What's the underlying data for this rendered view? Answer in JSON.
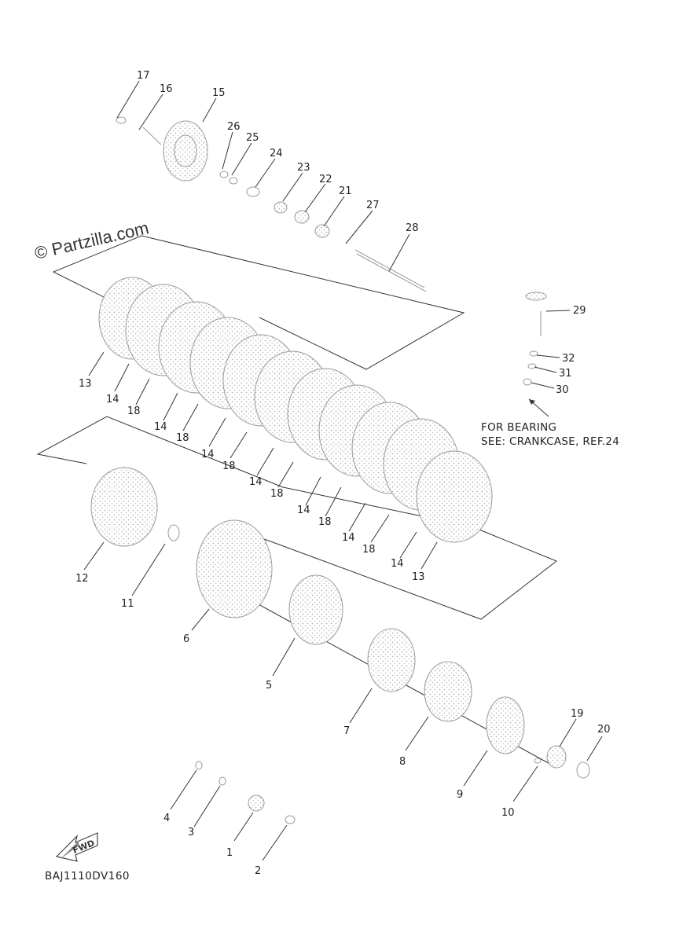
{
  "watermark": "© Partzilla.com",
  "diagram_code": "BAJ1110DV160",
  "fwd_label": "FWD",
  "note": {
    "line1": "FOR BEARING",
    "line2": "SEE: CRANKCASE, REF.24"
  },
  "callouts": [
    "17",
    "16",
    "15",
    "26",
    "25",
    "24",
    "23",
    "22",
    "21",
    "27",
    "28",
    "29",
    "32",
    "31",
    "30",
    "13",
    "14",
    "18",
    "14",
    "18",
    "14",
    "18",
    "14",
    "18",
    "14",
    "18",
    "14",
    "18",
    "14",
    "13",
    "12",
    "11",
    "6",
    "5",
    "7",
    "8",
    "9",
    "10",
    "19",
    "20",
    "4",
    "3",
    "1",
    "2"
  ]
}
